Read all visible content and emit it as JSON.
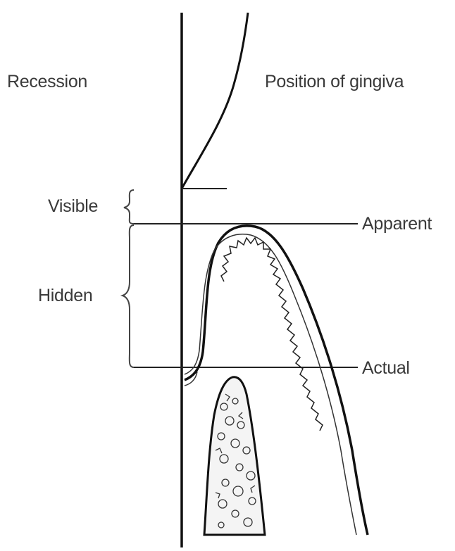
{
  "header": {
    "left_title": "Recession",
    "right_title": "Position of gingiva"
  },
  "labels": {
    "visible": "Visible",
    "hidden": "Hidden",
    "apparent": "Apparent",
    "actual": "Actual"
  },
  "colors": {
    "stroke": "#111111",
    "text": "#3a3a3a",
    "background": "#ffffff"
  }
}
